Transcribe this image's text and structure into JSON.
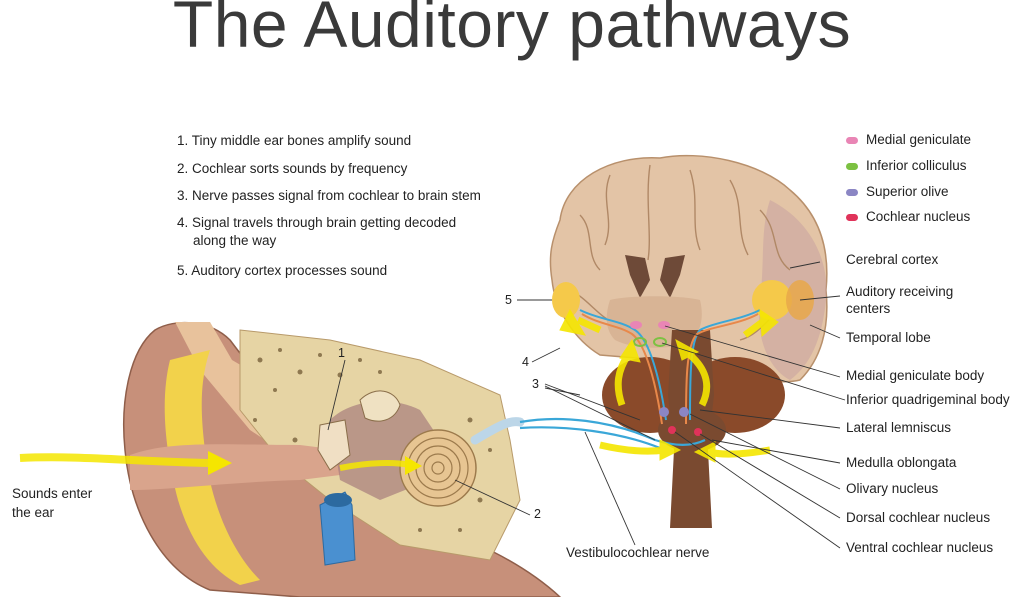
{
  "title": "The Auditory pathways",
  "steps": [
    "1. Tiny middle ear bones amplify sound",
    "2. Cochlear sorts sounds by frequency",
    "3. Nerve passes signal from cochlear to brain stem",
    "4. Signal travels through brain getting decoded",
    "along the way",
    "5. Auditory cortex processes sound"
  ],
  "legend": [
    {
      "label": "Medial geniculate",
      "color": "#e985b5"
    },
    {
      "label": "Inferior colliculus",
      "color": "#7cc142"
    },
    {
      "label": "Superior olive",
      "color": "#8b86c4"
    },
    {
      "label": "Cochlear nucleus",
      "color": "#e0335a"
    }
  ],
  "labels": {
    "cerebral_cortex": "Cerebral cortex",
    "auditory_receiving_1": "Auditory receiving",
    "auditory_receiving_2": "centers",
    "temporal_lobe": "Temporal lobe",
    "medial_geniculate_body": "Medial geniculate body",
    "inferior_quadrigeminal": "Inferior quadrigeminal body",
    "lateral_lemniscus": "Lateral lemniscus",
    "medulla_oblongata": "Medulla oblongata",
    "olivary_nucleus": "Olivary nucleus",
    "dorsal_cochlear": "Dorsal cochlear nucleus",
    "ventral_cochlear": "Ventral cochlear nucleus",
    "vestibulocochlear": "Vestibulocochlear nerve",
    "sounds_enter_1": "Sounds enter",
    "sounds_enter_2": "the ear"
  },
  "markers": {
    "m1": "1",
    "m2": "2",
    "m3": "3",
    "m4": "4",
    "m5": "5"
  },
  "colors": {
    "title": "#3a3a3a",
    "brain": "#e3c4a6",
    "brain_outline": "#b8906c",
    "cerebellum": "#8a4a2a",
    "brainstem": "#7a4a30",
    "auditory_center": "#f5c94a",
    "nerve_blue": "#3aa7d8",
    "arrow_yellow": "#f5e600",
    "skin": "#c7907a",
    "bone": "#e6d4a4",
    "vessel_blue": "#4a90d0"
  }
}
